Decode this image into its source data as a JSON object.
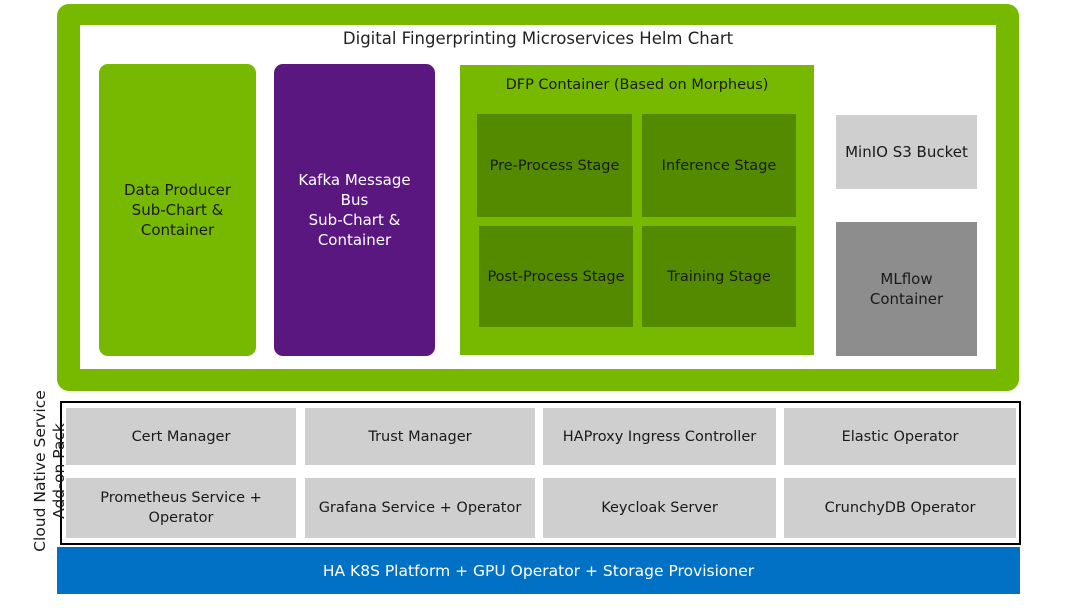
{
  "helm_chart": {
    "title": "Digital Fingerprinting Microservices Helm Chart",
    "data_producer": {
      "lines": [
        "Data Producer",
        "Sub-Chart &",
        "Container"
      ]
    },
    "kafka": {
      "lines": [
        "Kafka Message",
        "Bus",
        "Sub-Chart &",
        "Container"
      ]
    },
    "dfp_container": {
      "title": "DFP Container (Based on Morpheus)",
      "stages": [
        "Pre-Process Stage",
        "Inference Stage",
        "Post-Process Stage",
        "Training Stage"
      ]
    },
    "minio": "MinIO S3 Bucket",
    "mlflow": {
      "lines": [
        "MLflow",
        "Container"
      ]
    }
  },
  "addon_pack": {
    "label_lines": [
      "Cloud Native Service",
      "Add-on Pack"
    ],
    "items": [
      "Cert Manager",
      "Trust Manager",
      "HAProxy Ingress Controller",
      "Elastic Operator",
      "Prometheus Service + Operator",
      "Grafana Service + Operator",
      "Keycloak Server",
      "CrunchyDB Operator"
    ]
  },
  "platform": "HA K8S Platform + GPU Operator + Storage Provisioner",
  "colors": {
    "nvidia_green": "#76b900",
    "stage_green": "#538a00",
    "kafka_purple": "#5a1780",
    "light_gray": "#cfcfcf",
    "dark_gray": "#8d8d8d",
    "platform_blue": "#0071c5"
  }
}
